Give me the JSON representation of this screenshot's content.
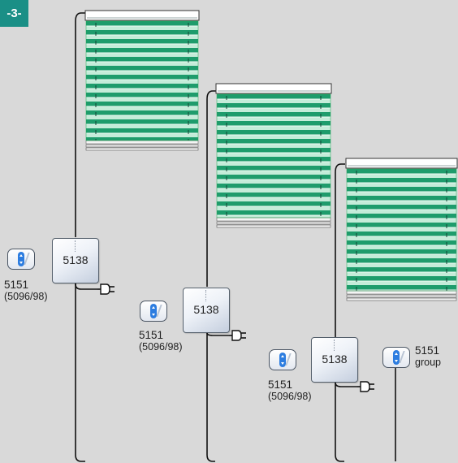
{
  "step_badge": "-3-",
  "controllers": [
    {
      "label": "5138"
    },
    {
      "label": "5138"
    },
    {
      "label": "5138"
    }
  ],
  "remotes": [
    {
      "line1": "5151",
      "line2": "(5096/98)"
    },
    {
      "line1": "5151",
      "line2": "(5096/98)"
    },
    {
      "line1": "5151",
      "line2": "(5096/98)"
    },
    {
      "line1": "5151",
      "line2": "group"
    }
  ],
  "colors": {
    "background": "#d9d9d9",
    "badge": "#1a8f86",
    "slat_dark": "#1e9c6c",
    "slat_light": "#c4ecd9",
    "remote_button": "#2d7de0"
  },
  "icons": [
    "blind-icon",
    "controller-box",
    "remote-control-icon",
    "power-plug-icon"
  ]
}
